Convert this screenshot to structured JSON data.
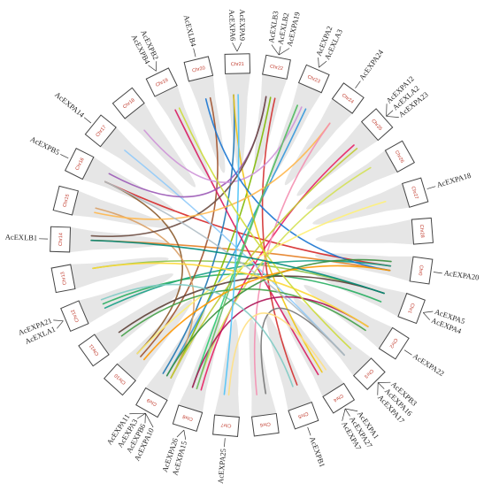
{
  "diagram": {
    "chromosomes": [
      "Chr1",
      "Chr2",
      "Chr3",
      "Chr4",
      "Chr5",
      "Chr6",
      "Chr7",
      "Chr8",
      "Chr9",
      "Chr10",
      "Chr11",
      "Chr12",
      "Chr13",
      "Chr14",
      "Chr15",
      "Chr16",
      "Chr17",
      "Chr18",
      "Chr19",
      "Chr20",
      "Chr21",
      "Chr22",
      "Chr23",
      "Chr24",
      "Chr25",
      "Chr26",
      "Chr27",
      "Chr28",
      "Chr0"
    ],
    "gene_groups": [
      {
        "chr": "Chr0",
        "genes": [
          "AcEXPA20"
        ]
      },
      {
        "chr": "Chr1",
        "genes": [
          "AcEXPA5",
          "AcEXPA4"
        ]
      },
      {
        "chr": "Chr2",
        "genes": [
          "AcEXPA22"
        ]
      },
      {
        "chr": "Chr3",
        "genes": [
          "AcEXPB3",
          "AcEXPA16",
          "AcEXPA17"
        ]
      },
      {
        "chr": "Chr4",
        "genes": [
          "AcEXPA1",
          "AcEXPA27",
          "AcEXPA7"
        ]
      },
      {
        "chr": "Chr5",
        "genes": [
          "AcEXPB1"
        ]
      },
      {
        "chr": "Chr7",
        "genes": [
          "AcEXPA25"
        ]
      },
      {
        "chr": "Chr8",
        "genes": [
          "AcEXPA15",
          "AcEXPA26"
        ]
      },
      {
        "chr": "Chr9",
        "genes": [
          "AcEXPA10",
          "AcEXPB6",
          "AcEXPA3",
          "AcEXPA11"
        ]
      },
      {
        "chr": "Chr12",
        "genes": [
          "AcEXLA1",
          "AcEXPA21"
        ]
      },
      {
        "chr": "Chr14",
        "genes": [
          "AcEXLB1"
        ]
      },
      {
        "chr": "Chr16",
        "genes": [
          "AcEXPB5"
        ]
      },
      {
        "chr": "Chr17",
        "genes": [
          "AcEXPA14"
        ]
      },
      {
        "chr": "Chr19",
        "genes": [
          "AcEXPB4",
          "AcEXPB2"
        ]
      },
      {
        "chr": "Chr20",
        "genes": [
          "AcEXLB4"
        ]
      },
      {
        "chr": "Chr21",
        "genes": [
          "AcEXPA6",
          "AcEXPA9"
        ]
      },
      {
        "chr": "Chr22",
        "genes": [
          "AcEXLB3",
          "AcEXLB2",
          "AcEXPA19"
        ]
      },
      {
        "chr": "Chr23",
        "genes": [
          "AcEXPA2",
          "AcEXLA3"
        ]
      },
      {
        "chr": "Chr24",
        "genes": [
          "AcEXPA24"
        ]
      },
      {
        "chr": "Chr25",
        "genes": [
          "AcEXPA12",
          "AcEXLA2",
          "AcEXPA23"
        ]
      },
      {
        "chr": "Chr27",
        "genes": [
          "AcEXPA18"
        ]
      }
    ],
    "links": [
      {
        "from": "Chr16",
        "to": "Chr0",
        "color": "#d62728"
      },
      {
        "from": "Chr14",
        "to": "Chr0",
        "color": "#e67e22"
      },
      {
        "from": "Chr13",
        "to": "Chr1",
        "color": "#8bc34a"
      },
      {
        "from": "Chr12",
        "to": "Chr0",
        "color": "#16a085"
      },
      {
        "from": "Chr12",
        "to": "Chr1",
        "color": "#27ae60"
      },
      {
        "from": "Chr9",
        "to": "Chr21",
        "color": "#1f77b4"
      },
      {
        "from": "Chr9",
        "to": "Chr22",
        "color": "#7fb800"
      },
      {
        "from": "Chr9",
        "to": "Chr23",
        "color": "#3498db"
      },
      {
        "from": "Chr8",
        "to": "Chr23",
        "color": "#2ecc71"
      },
      {
        "from": "Chr8",
        "to": "Chr25",
        "color": "#e91e63"
      },
      {
        "from": "Chr10",
        "to": "Chr20",
        "color": "#a0522d"
      },
      {
        "from": "Chr10",
        "to": "Chr16",
        "color": "#8b5a2b"
      },
      {
        "from": "Chr9",
        "to": "Chr15",
        "color": "#d9a066"
      },
      {
        "from": "Chr19",
        "to": "Chr4",
        "color": "#d81b60"
      },
      {
        "from": "Chr22",
        "to": "Chr5",
        "color": "#d32f2f"
      },
      {
        "from": "Chr21",
        "to": "Chr4",
        "color": "#f1c40f"
      },
      {
        "from": "Chr17",
        "to": "Chr3",
        "color": "#90caf9"
      },
      {
        "from": "Chr16",
        "to": "Chr22",
        "color": "#9b59b6"
      },
      {
        "from": "Chr18",
        "to": "Chr23",
        "color": "#ce93d8"
      },
      {
        "from": "Chr20",
        "to": "Chr0",
        "color": "#1976d2"
      },
      {
        "from": "Chr14",
        "to": "Chr22",
        "color": "#6d4c41"
      },
      {
        "from": "Chr15",
        "to": "Chr24",
        "color": "#ffb74d"
      },
      {
        "from": "Chr24",
        "to": "Chr6",
        "color": "#f48fb1"
      },
      {
        "from": "Chr25",
        "to": "Chr9",
        "color": "#c0ca33"
      },
      {
        "from": "Chr26",
        "to": "Chr8",
        "color": "#d4e157"
      },
      {
        "from": "Chr27",
        "to": "Chr10",
        "color": "#fff176"
      },
      {
        "from": "Chr2",
        "to": "Chr11",
        "color": "#43a047"
      },
      {
        "from": "Chr1",
        "to": "Chr11",
        "color": "#5d4037"
      },
      {
        "from": "Chr2",
        "to": "Chr8",
        "color": "#ad1457"
      },
      {
        "from": "Chr3",
        "to": "Chr6",
        "color": "#757575"
      },
      {
        "from": "Chr4",
        "to": "Chr7",
        "color": "#ffe082"
      },
      {
        "from": "Chr5",
        "to": "Chr12",
        "color": "#80cbc4"
      },
      {
        "from": "Chr3",
        "to": "Chr16",
        "color": "#b0bec5"
      },
      {
        "from": "Chr0",
        "to": "Chr9",
        "color": "#388e3c"
      },
      {
        "from": "Chr2",
        "to": "Chr13",
        "color": "#fdd835"
      },
      {
        "from": "Chr0",
        "to": "Chr10",
        "color": "#ff9800"
      },
      {
        "from": "Chr23",
        "to": "Chr8",
        "color": "#66bb6a"
      },
      {
        "from": "Chr21",
        "to": "Chr7",
        "color": "#4fc3f7"
      },
      {
        "from": "Chr19",
        "to": "Chr3",
        "color": "#cddc39"
      },
      {
        "from": "Chr1",
        "to": "Chr14",
        "color": "#00897b"
      }
    ]
  }
}
